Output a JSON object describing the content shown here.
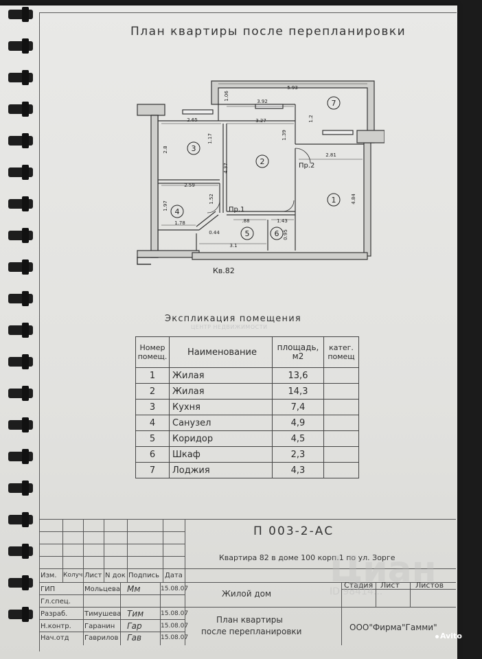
{
  "title": "План квартиры после перепланировки",
  "plan": {
    "dims": {
      "d593": "5.93",
      "d392": "3.92",
      "d106": "1.06",
      "d12": "1.2",
      "d265": "2.65",
      "d327": "3.27",
      "d139": "1.39",
      "d117": "1.17",
      "d28": "2.8",
      "d437": "4.37",
      "d281": "2.81",
      "d484": "4.84",
      "d259": "2.59",
      "d152": "1.52",
      "d197": "1.97",
      "d178": "1.78",
      "d088": ".88",
      "d143": "1.43",
      "d044": "0.44",
      "d31": "3.1",
      "d095": "0.95"
    },
    "rooms": [
      "1",
      "2",
      "3",
      "4",
      "5",
      "6",
      "7"
    ],
    "pr1": "Пр.1",
    "pr2": "Пр.2",
    "apt": "Кв.82"
  },
  "explication": {
    "title": "Экспликация помещения",
    "watermark": "ЦЕНТР НЕДВИЖИМОСТИ",
    "headers": {
      "num": "Номер помещ.",
      "name": "Наименование",
      "area": "площадь, м2",
      "cat": "катег. помещ"
    },
    "rows": [
      {
        "num": "1",
        "name": "Жилая",
        "area": "13,6"
      },
      {
        "num": "2",
        "name": "Жилая",
        "area": "14,3"
      },
      {
        "num": "3",
        "name": "Кухня",
        "area": "7,4"
      },
      {
        "num": "4",
        "name": "Санузел",
        "area": "4,9"
      },
      {
        "num": "5",
        "name": "Коридор",
        "area": "4,5"
      },
      {
        "num": "6",
        "name": "Шкаф",
        "area": "2,3"
      },
      {
        "num": "7",
        "name": "Лоджия",
        "area": "4,3"
      }
    ]
  },
  "stamp": {
    "code": "П 003-2-АС",
    "address": "Квартира 82 в доме 100 корп.1 по ул. Зорге",
    "hdr": {
      "izm": "Изм.",
      "kolu": "Колуч",
      "list": "Лист",
      "ndok": "N док",
      "podp": "Подпись",
      "data": "Дата"
    },
    "roles": [
      {
        "role": "ГИП",
        "name": "Мольцева",
        "sign": "Мм",
        "date": "15.08.07"
      },
      {
        "role": "Гл.спец.",
        "name": "",
        "sign": "",
        "date": ""
      },
      {
        "role": "Разраб.",
        "name": "Тимушева",
        "sign": "Тим",
        "date": "15.08.07"
      },
      {
        "role": "Н.контр.",
        "name": "Гаранин",
        "sign": "Гар",
        "date": "15.08.07"
      },
      {
        "role": "Нач.отд",
        "name": "Гаврилов",
        "sign": "Гав",
        "date": "15.08.07"
      }
    ],
    "building": "Жилой дом",
    "stage": "Стадия",
    "sheet": "Лист",
    "sheets": "Листов",
    "drawing_title_1": "План квартиры",
    "drawing_title_2": "после перепланировки",
    "company": "ООО\"Фирма\"Гамми\""
  },
  "overlay": {
    "cian": "Циан",
    "cian_id": "ID 98414...",
    "avito": "Avito"
  }
}
